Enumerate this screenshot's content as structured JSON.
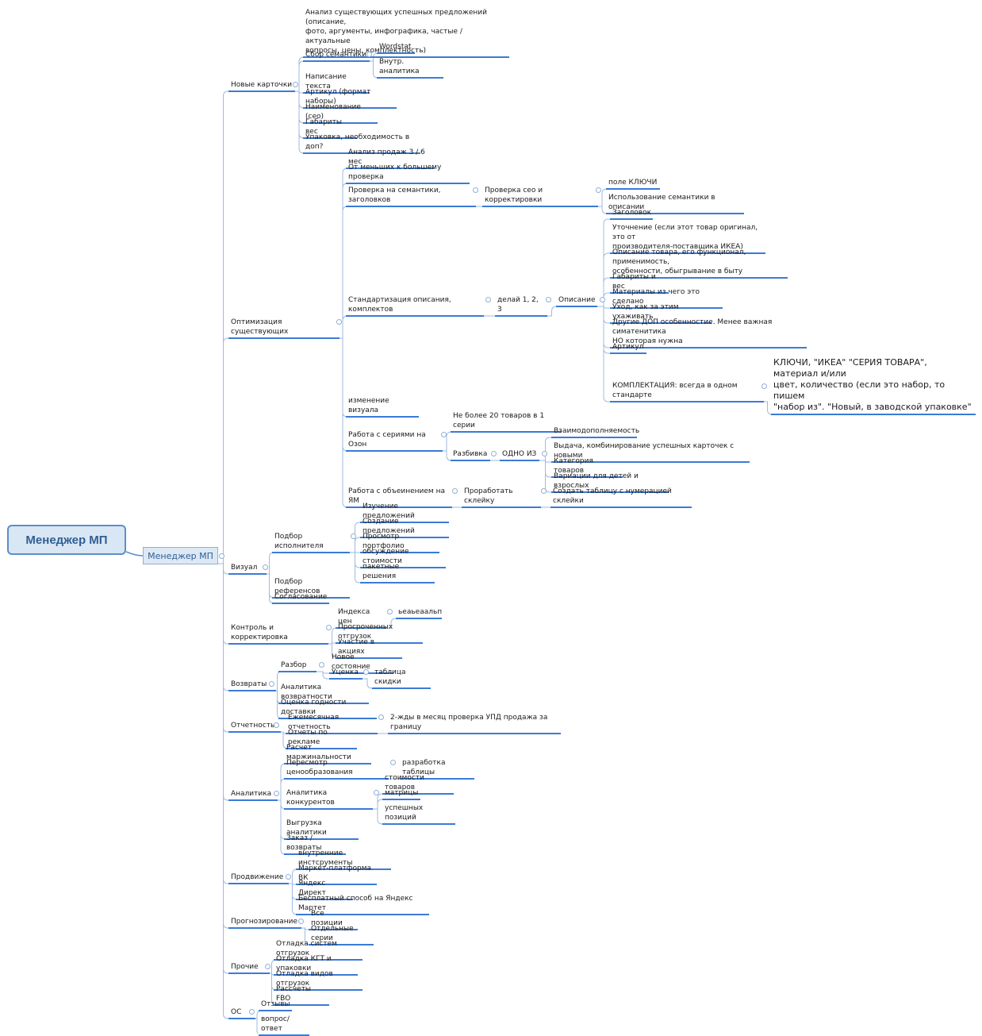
{
  "colors": {
    "line": "#3b7bd6",
    "connector": "#9dbbe0",
    "root_fill": "#d9e6f4",
    "root_border": "#5b8fc9",
    "text": "#1a1a1a"
  },
  "root": {
    "label": "Менеджер МП"
  },
  "center": {
    "label": "Менеджер МП"
  },
  "nodes": {
    "novye_kartochki": "Новые карточки",
    "analiz_uspeshnyh": "Анализ существующих успешных предложений (описание,\nфото, аргументы, инфографика, частые / актуальные\nвопросы, цены, комплектность)",
    "sbor_semantiki": "Сбор семантики",
    "wordstat": "Wordstat",
    "vnutr_analitika": "Внутр. аналитика",
    "napisanie_teksta": "Написание текста",
    "artikul_format": "Артикул (формат наборы)",
    "naimenovanie": "Наименование (сео)",
    "gabarity_ves": "Габариты вес",
    "upakovka": "Упаковка, необходимость в доп?",
    "optimizaciya": "Оптимизация существующих",
    "analiz_prodazh": "Анализ продаж 3 / 6 мес",
    "ot_menshih": "От меньших к большему проверка",
    "proverka_semantiki": "Проверка на семантики, заголовков",
    "proverka_seo": "Проверка сео и корректировки",
    "pole_klyuchi": "поле КЛЮЧИ",
    "ispolzovanie_semantiki": "Использование семантики в описании",
    "standartizaciya": "Стандартизация описания, комплектов",
    "delay_123": "делай 1, 2, 3",
    "opisanie": "Описание",
    "zagolovok": "Заголовок",
    "utochnenie": "Уточнение (если этот товар оригинал, это от\nпроизводителя-поставщика ИКЕА)",
    "opisanie_tovara": "Описание товара, его функционал, применимость,\nособенности, обыгрывание в быту",
    "gabarity_i_ves": "Габариты и вес",
    "materialy": "Материалы из чего это сделано",
    "uhod": "Уход, как за этим ухаживать",
    "drugie_dop": "Другие ДОП особенностие. Менее важная симатенитика\nНО которая нужна",
    "artikul": "Артикул",
    "komplektaciya": "КОМПЛЕКТАЦИЯ: всегда в одном стандарте",
    "klyuchi_ikea": "КЛЮЧИ, \"ИКЕА\" \"СЕРИЯ ТОВАРА\", материал и/или\nцвет, количество (если это набор, то пишем\n\"набор из\". \"Новый, в заводской упаковке\"",
    "izmenenie_vizuala": "изменение визуала",
    "rabota_seriyami": "Работа с сериями на Озон",
    "ne_bolee_20": "Не более 20 товаров в 1 серии",
    "razbivka": "Разбивка",
    "odno_iz": "ОДНО ИЗ",
    "vzaimodopolnyaemost": "Взаимодополняемость",
    "vydacha": "Выдача, комбинирование успешных карточек с новыми",
    "kategoriya": "Категория  товаров",
    "variacii": "Вариации для детей и взрослых",
    "rabota_ya": "Работа с объеинением на ЯМ",
    "prorabotat_skleyku": "Проработать склейку",
    "sozdat_tablicu": "Создать таблицу с нумерацией склейки",
    "vizual": "Визуал",
    "podbor_ispolnitelya": "Подбор исполнителя",
    "izuchenie": "Изучение предложений",
    "sozdanie": "Создание предложений",
    "prosmotr": "Просмотр портфолио",
    "obsuzhdenie": "обсуждение стоимости",
    "paketnye": "пакетные решения",
    "podbor_referensov": "Подбор референсов",
    "soglasovanie": "Согласование",
    "kontrol": "Контроль и корректировка",
    "indeksa_cen": "Индекса цен",
    "ieaieaaalp": "ьеаьеаальп",
    "prosrochennyh": "Просроченных отгрузок",
    "uchastie": "Участие в акциях",
    "vozvraty": "Возвраты",
    "razbor": "Разбор",
    "novoe_sostoyanie": "Новое состояние",
    "ucenka": "Уценка",
    "tablica_skidki": "таблица скидки",
    "analitika_vozvratnosti": "Аналитика возвратности",
    "ocenka_godnosti": "Оценка годности доставки",
    "otchetnost": "Отчетность",
    "ezhemesyachnaya": "Ежемесячная отчетность",
    "dvazhdy": "2-жды в месяц проверка УПД продажа за границу",
    "otchety_reklame": "Отчеты по рекламе",
    "analitika": "Аналитика",
    "raschet_marzh": "Расчет маржинальности",
    "peresmotr": "Пересмотр ценообразования",
    "razrabotka_tablicy": "разработка таблицы",
    "analitika_konkurentov": "Аналитика конкурентов",
    "stoimosti_tovarov": "стоимости товаров",
    "matricy": "матрицы",
    "uspeshnyh_poziciy": "успешных позиций",
    "vygruzka": "Выгрузка аналитики",
    "zakaz_vozvraty": "Заказ / возвраты",
    "prodvizhenie": "Продвижение",
    "vnutrennie": "внутренние инстсрументы",
    "market_vk": "Маркет-платформа ВК",
    "yandeks_direkt": "Яндекс Директ",
    "besplatnyy": "Бесплатный способ на Яндекс Мартет",
    "prognozirovanie": "Прогнозирование",
    "vse_pozicii": "Все позиции",
    "otdelnye_serii": "Отдельные серии",
    "prochie": "Прочие",
    "otladka_sistem": "Отладка систем отгрузок",
    "otladka_kgt": "Отладка КГТ и упаковки",
    "otladka_vidov": "Отладка видов отгрузок",
    "raschety_fbo": "Рассчеты FBO",
    "os": "ОС",
    "otzyvy": "Отзывы",
    "vopros_otvet": "вопрос/ответ"
  }
}
